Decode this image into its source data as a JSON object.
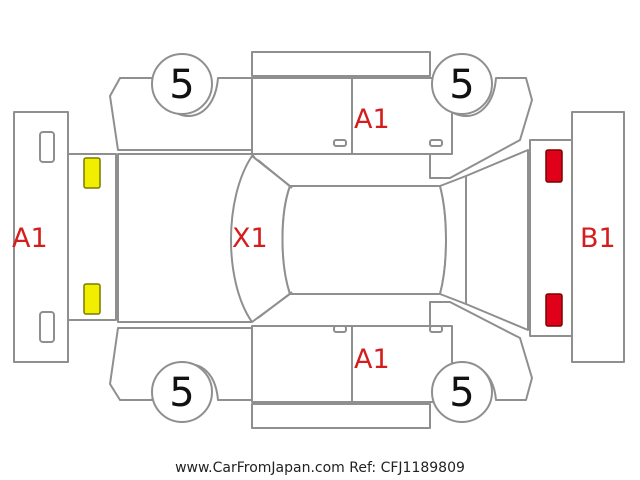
{
  "diagram": {
    "labels": {
      "front": "A1",
      "hood": "X1",
      "left_side": "A1",
      "right_side": "A1",
      "rear": "B1"
    },
    "tires": {
      "front_left": "5",
      "front_right": "5",
      "rear_left": "5",
      "rear_right": "5"
    },
    "colors": {
      "lamp_front": "#f2ee00",
      "lamp_rear": "#e0001a",
      "damage_text": "#d61d1d"
    }
  },
  "footer": {
    "caption": "www.CarFromJapan.com Ref: CFJ1189809"
  }
}
